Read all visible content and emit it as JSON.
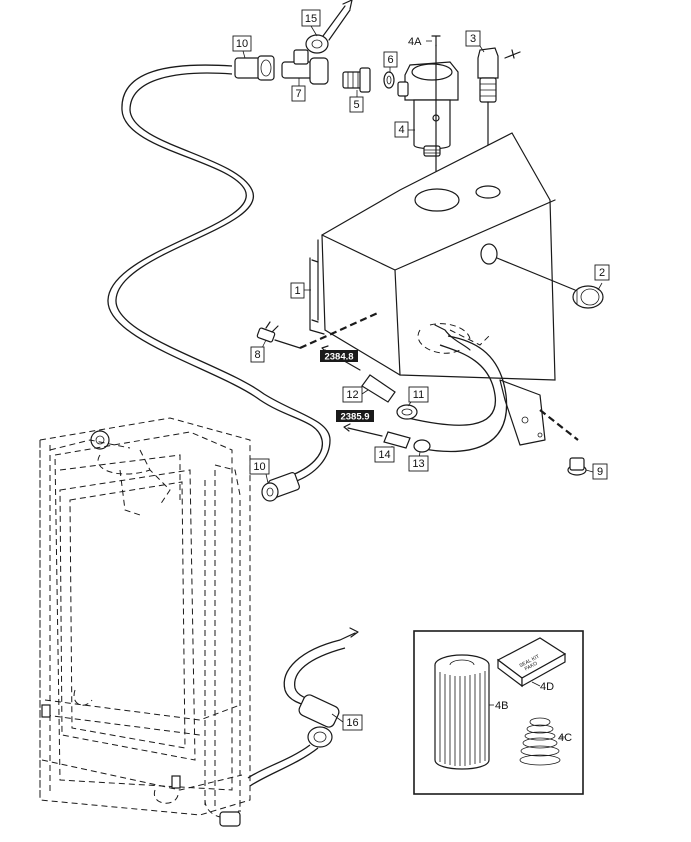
{
  "diagram": {
    "callouts": {
      "c15": "15",
      "c10a": "10",
      "c7": "7",
      "c5": "5",
      "c6": "6",
      "c4A": "4A",
      "c3": "3",
      "c4": "4",
      "c2": "2",
      "c1": "1",
      "c8": "8",
      "c12": "12",
      "c11": "11",
      "c14": "14",
      "c13": "13",
      "c9": "9",
      "c10b": "10",
      "c16": "16"
    },
    "references": {
      "ref1": "2384.8",
      "ref2": "2385.9"
    },
    "inset": {
      "label_4B": "4B",
      "label_4C": "4C",
      "label_4D": "4D",
      "seal_text_1": "SEAL KIT",
      "seal_text_2": "PAKO"
    }
  }
}
